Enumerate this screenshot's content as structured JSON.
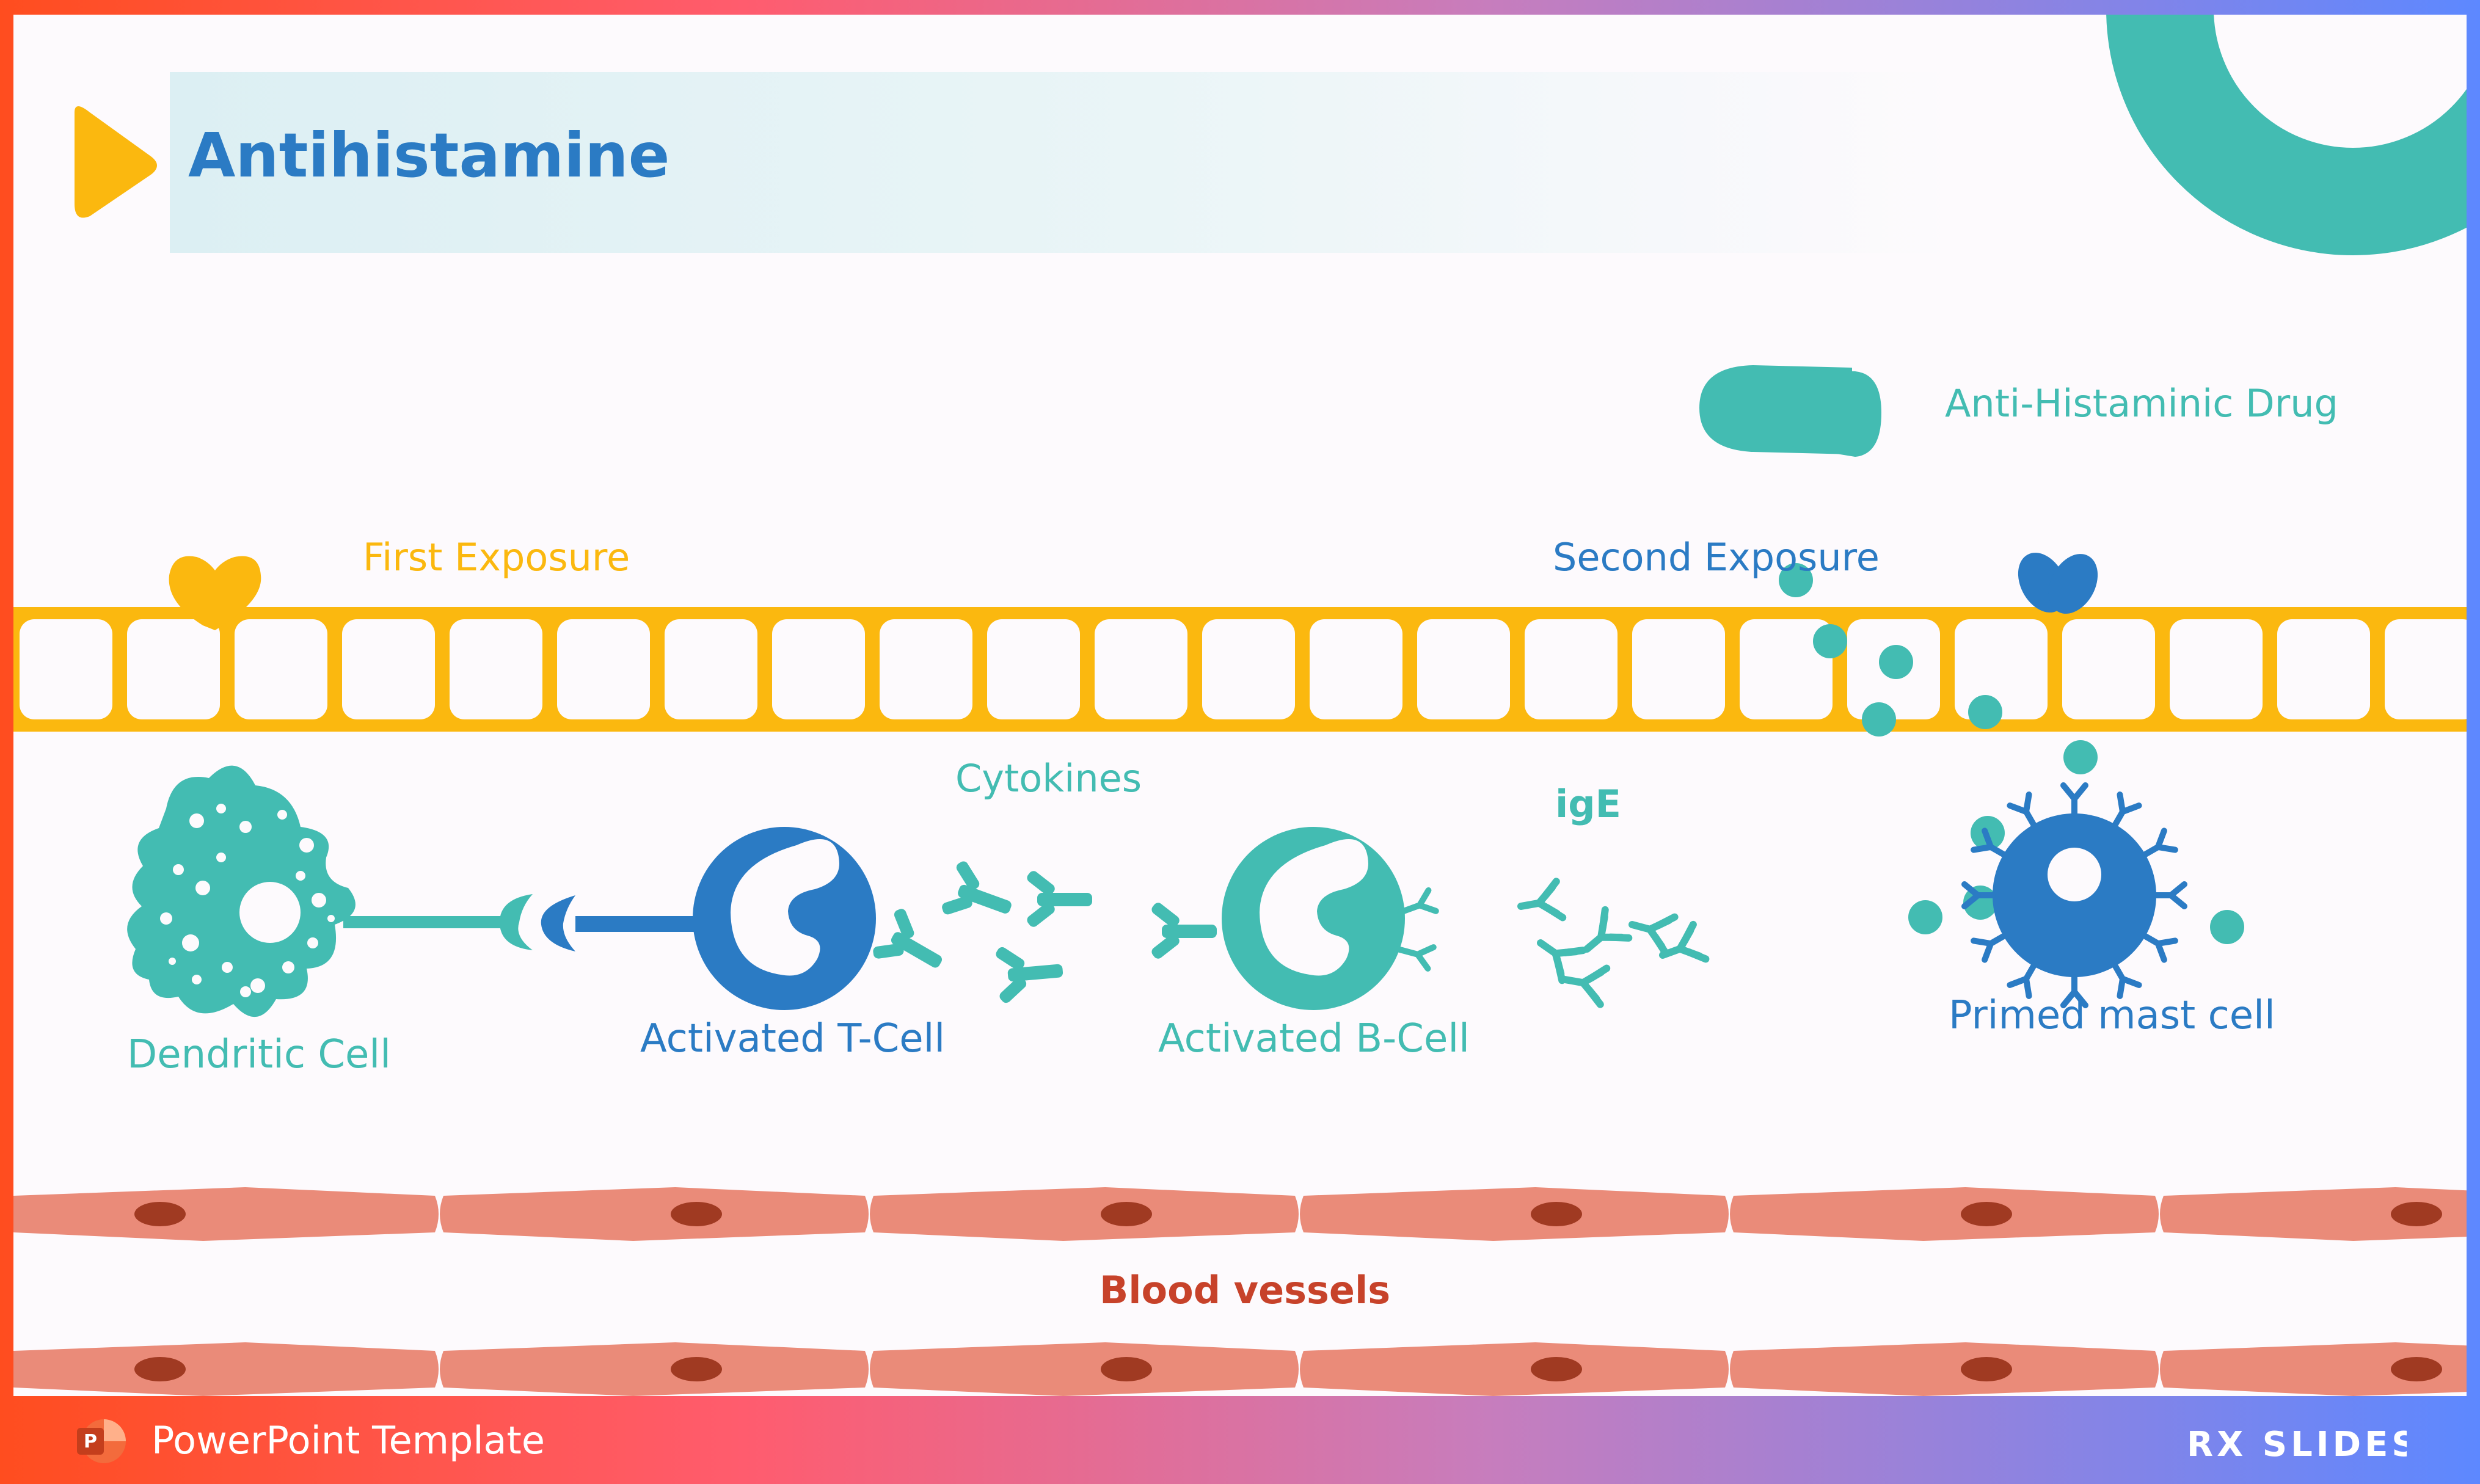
{
  "slide": {
    "title": "Antihistamine"
  },
  "labels": {
    "drug": "Anti-Histaminic Drug",
    "first_exposure": "First Exposure",
    "second_exposure": "Second Exposure",
    "cytokines": "Cytokines",
    "ige": "igE",
    "dendritic_cell": "Dendritic Cell",
    "t_cell": "Activated T-Cell",
    "b_cell": "Activated B-Cell",
    "mast_cell": "Primed mast cell",
    "blood_vessels": "Blood vessels"
  },
  "footer": {
    "template_label": "PowerPoint Template",
    "ppt_icon_letter": "P",
    "brand_logo": "RX SLIDES"
  },
  "colors": {
    "teal": "#43bcb2",
    "blue": "#2b7bc4",
    "yellow": "#fbb80f",
    "salmon": "#ea8b79",
    "nucleus": "#a03a22",
    "blood_label": "#c7422a"
  }
}
